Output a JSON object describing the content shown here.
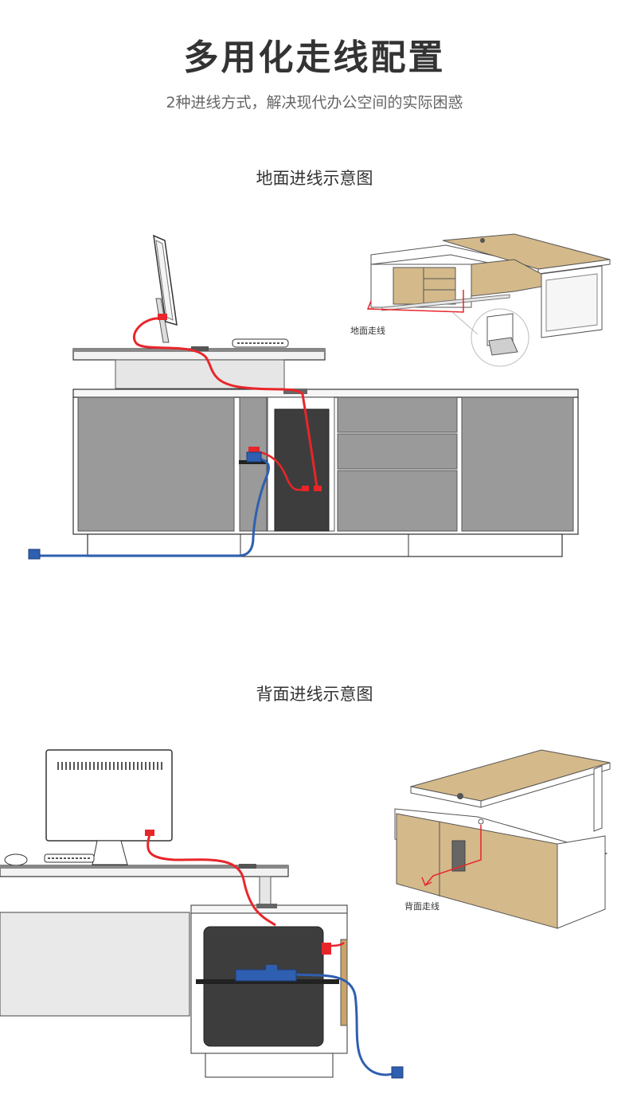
{
  "header": {
    "title": "多用化走线配置",
    "subtitle": "2种进线方式，解决现代办公空间的实际困惑"
  },
  "sections": [
    {
      "title": "地面进线示意图",
      "inset_label": "地面走线"
    },
    {
      "title": "背面进线示意图",
      "inset_label": "背面走线"
    }
  ],
  "colors": {
    "cable_red": "#e8262a",
    "cable_blue": "#2f5fb0",
    "panel_gray": "#9a9a9a",
    "wood": "#d4b98a",
    "dark_cpu": "#3d3d3d"
  }
}
